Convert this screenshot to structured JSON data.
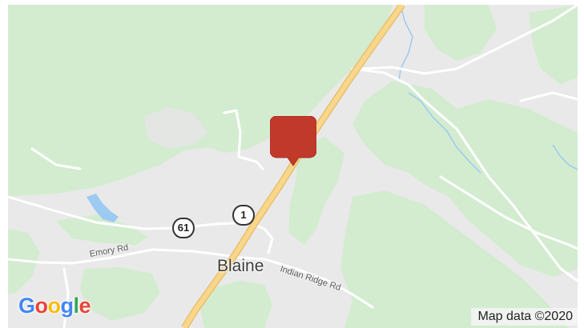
{
  "map": {
    "town_label": "Blaine",
    "roads": [
      {
        "label": "Emory Rd"
      },
      {
        "label": "Indian Ridge Rd"
      }
    ],
    "route_shields": [
      {
        "number": "61"
      },
      {
        "number": "1"
      }
    ],
    "marker": {
      "icon": "map-marker-icon",
      "color": "#c0392b"
    },
    "attribution": "Map data ©2020",
    "logo": {
      "letters": [
        {
          "char": "G",
          "color": "#4285f4"
        },
        {
          "char": "o",
          "color": "#ea4335"
        },
        {
          "char": "o",
          "color": "#fbbc05"
        },
        {
          "char": "g",
          "color": "#4285f4"
        },
        {
          "char": "l",
          "color": "#34a853"
        },
        {
          "char": "e",
          "color": "#ea4335"
        }
      ]
    },
    "colors": {
      "land": "#e9e9e9",
      "forest": "#d3ecd0",
      "highway": "#f8d68a",
      "water": "#9ccaf2",
      "minor_road": "#ffffff"
    }
  }
}
